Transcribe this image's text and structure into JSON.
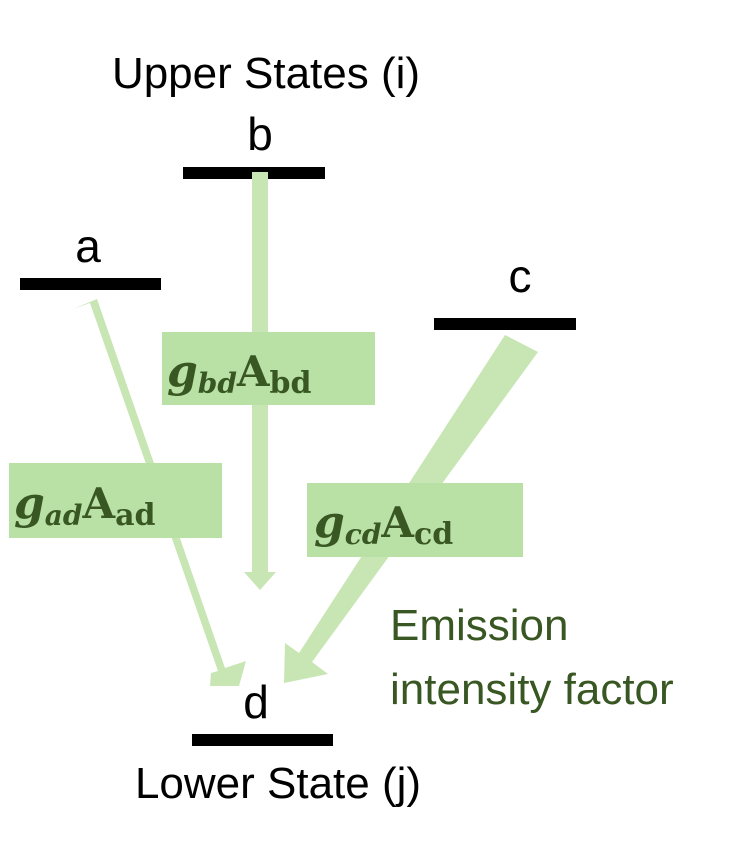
{
  "diagram": {
    "upper_title": "Upper States (i)",
    "lower_title": "Lower State (j)",
    "states": {
      "a": "a",
      "b": "b",
      "c": "c",
      "d": "d"
    },
    "transitions": {
      "ad": {
        "g": "g",
        "g_sub": "ad",
        "A": "A",
        "A_sub": "ad"
      },
      "bd": {
        "g": "g",
        "g_sub": "bd",
        "A": "A",
        "A_sub": "bd"
      },
      "cd": {
        "g": "g",
        "g_sub": "cd",
        "A": "A",
        "A_sub": "cd"
      }
    },
    "annotation": {
      "line1": "Emission",
      "line2": "intensity factor"
    },
    "colors": {
      "level": "#000000",
      "arrow": "#c8e6b4",
      "label_box": "#b9e0a5",
      "label_text": "#385723",
      "annotation": "#385723"
    }
  }
}
